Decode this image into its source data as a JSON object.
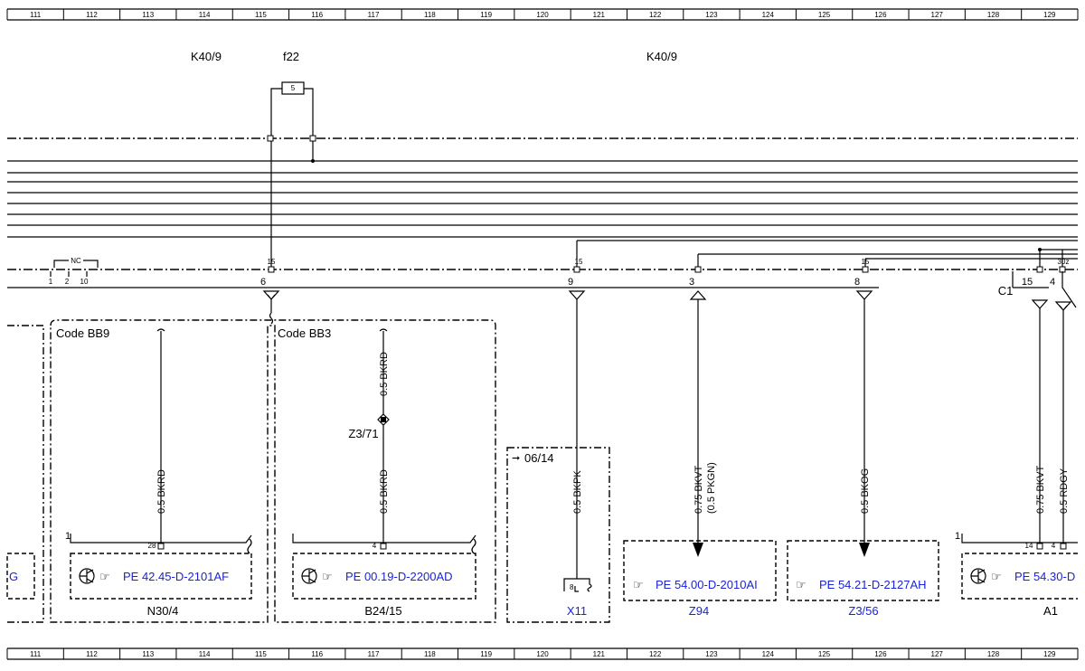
{
  "ruler": [
    "111",
    "112",
    "113",
    "114",
    "115",
    "116",
    "117",
    "118",
    "119",
    "120",
    "121",
    "122",
    "123",
    "124",
    "125",
    "126",
    "127",
    "128",
    "129"
  ],
  "header": {
    "k40_left": "K40/9",
    "fuse": "f22",
    "fuse_num": "5",
    "k40_right": "K40/9"
  },
  "top_pins": {
    "p15a": "15",
    "p15b": "15",
    "p15c": "15",
    "p30z": "30z"
  },
  "bottom_pins": {
    "b1": "1",
    "b2": "2",
    "b10": "10",
    "b6": "6",
    "b9": "9",
    "b3": "3",
    "b8": "8",
    "b15": "15",
    "b4": "4"
  },
  "nc": "NC",
  "c1": "C1",
  "left_box": {
    "code": "Code BB9",
    "wire": "0.5 BKRD",
    "pin_top": "1",
    "pin": "28",
    "pe": "PE 42.45-D-2101AF",
    "name": "N30/4",
    "edge_pe": "G"
  },
  "mid_box": {
    "code": "Code BB3",
    "wire_top": "0.5 BKRD",
    "splice": "Z3/71",
    "wire_bot": "0.5 BKRD",
    "pin": "4",
    "pe": "PE 00.19-D-2200AD",
    "name": "B24/15"
  },
  "x11": {
    "ref": "06/14",
    "wire": "0.5 BKPK",
    "pin": "8",
    "name": "X11"
  },
  "z94": {
    "wire": "0.75 BKVT",
    "wire_alt": "(0.5 PKGN)",
    "pe": "PE 54.00-D-2010AI",
    "name": "Z94"
  },
  "z356": {
    "wire": "0.5 BKOG",
    "pe": "PE 54.21-D-2127AH",
    "name": "Z3/56"
  },
  "a1": {
    "pin_top": "1",
    "wire1": "0.75 BKVT",
    "wire2": "0.5 RDGY",
    "pin14": "14",
    "pin4": "4",
    "pe": "PE 54.30-D",
    "name": "A1"
  },
  "colors": {
    "link": "#1a23d6",
    "line": "#000000"
  }
}
